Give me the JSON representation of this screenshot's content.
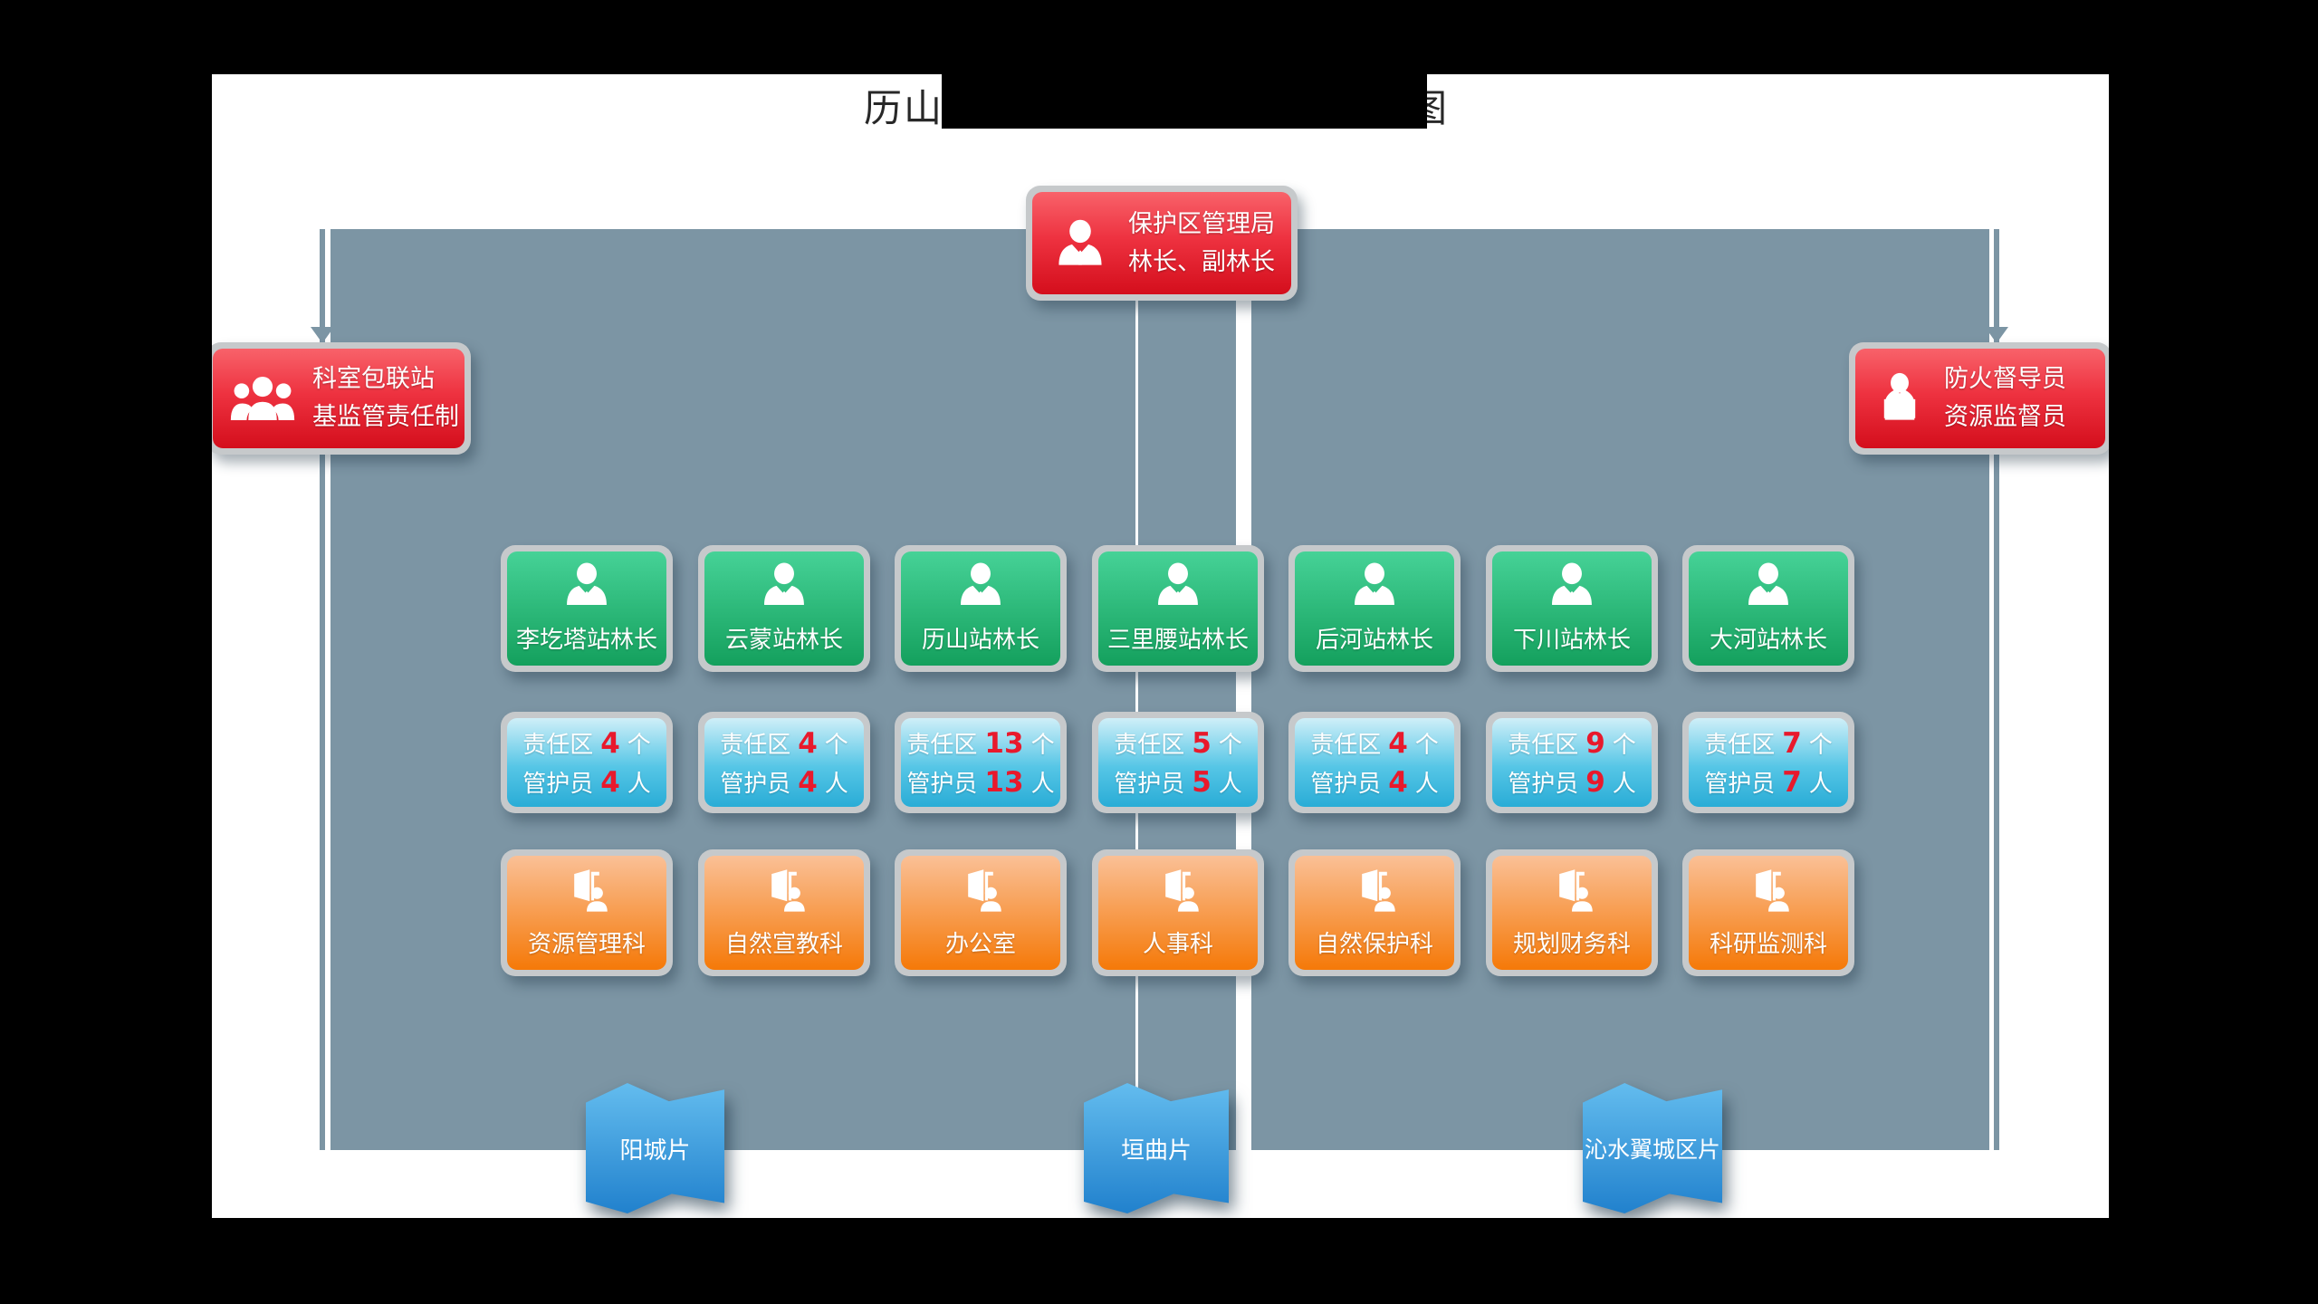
{
  "title": {
    "visible_left": "历山",
    "visible_right": "图",
    "redacted": true
  },
  "root_node": {
    "line1": "保护区管理局",
    "line2": "林长、副林长",
    "icon": "manager-icon"
  },
  "side_nodes": {
    "left": {
      "line1": "科室包联站",
      "line2": "基监管责任制",
      "icon": "people-group-icon"
    },
    "right": {
      "line1": "防火督导员",
      "line2": "资源监督员",
      "icon": "supervisor-icon"
    }
  },
  "stat_labels": {
    "zone_prefix": "责任区",
    "zone_unit": "个",
    "staff_prefix": "管护员",
    "staff_unit": "人"
  },
  "columns": [
    {
      "station": "李圪塔站林长",
      "zones": "4",
      "staff": "4",
      "dept": "资源管理科"
    },
    {
      "station": "云蒙站林长",
      "zones": "4",
      "staff": "4",
      "dept": "自然宣教科"
    },
    {
      "station": "历山站林长",
      "zones": "13",
      "staff": "13",
      "dept": "办公室"
    },
    {
      "station": "三里腰站林长",
      "zones": "5",
      "staff": "5",
      "dept": "人事科"
    },
    {
      "station": "后河站林长",
      "zones": "4",
      "staff": "4",
      "dept": "自然保护科"
    },
    {
      "station": "下川站林长",
      "zones": "9",
      "staff": "9",
      "dept": "规划财务科"
    },
    {
      "station": "大河站林长",
      "zones": "7",
      "staff": "7",
      "dept": "科研监测科"
    }
  ],
  "banners": [
    {
      "label": "阳城片"
    },
    {
      "label": "垣曲片"
    },
    {
      "label": "沁水翼城区片"
    }
  ],
  "colors": {
    "panel": "#7c95a4",
    "pad": "#c6c9cb",
    "green_top": "#46d297",
    "green_bottom": "#14a05d",
    "blue_top": "#cfeff8",
    "blue_bottom": "#29acd6",
    "orange_top": "#fac096",
    "orange_bottom": "#f57908",
    "red_top": "#f8626a",
    "red_bottom": "#d40e1c",
    "banner_top": "#63bcee",
    "banner_bottom": "#2181cd",
    "stat_number": "#e8192c"
  }
}
